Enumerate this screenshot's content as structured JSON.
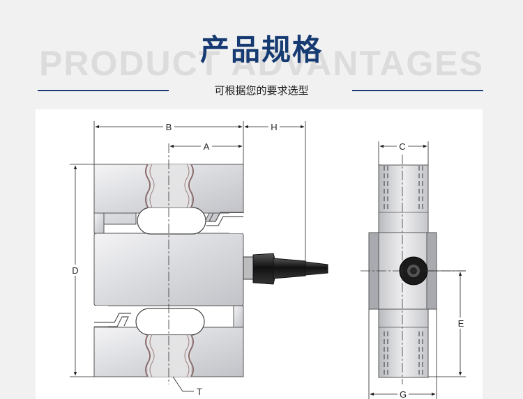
{
  "header": {
    "title": "产品规格",
    "background_word": "PRODUCT ADVANTAGES",
    "subtitle": "可根据您的要求选型"
  },
  "drawing": {
    "dimension_labels": {
      "b": "B",
      "a": "A",
      "h": "H",
      "c": "C",
      "d": "D",
      "e": "E",
      "g": "G",
      "t": "T"
    }
  },
  "colors": {
    "title": "#163a72",
    "rule": "#1c3f78",
    "background": "#f1f1f1",
    "panel": "#ffffff"
  }
}
